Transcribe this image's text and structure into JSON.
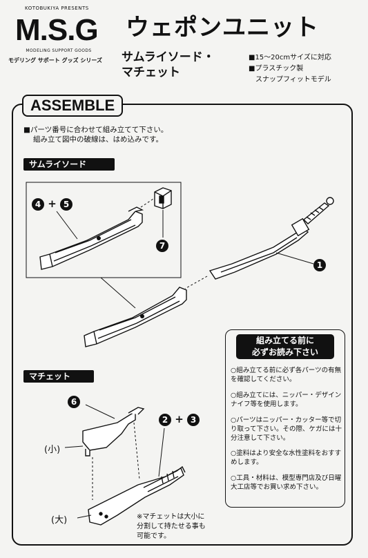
{
  "header": {
    "presents": "KOTOBUKIYA PRESENTS",
    "logo": "M.S.G",
    "logo_sub": "MODELING SUPPORT GOODS",
    "series": "モデリング サポート グッズ シリーズ",
    "title": "ウェポンユニット",
    "subtitle_line1": "サムライソード・",
    "subtitle_line2": "マチェット",
    "specs": [
      "■15～20cmサイズに対応",
      "■プラスチック製",
      "スナップフィットモデル"
    ]
  },
  "assemble": {
    "heading": "ASSEMBLE",
    "instructions": [
      "■パーツ番号に合わせて組み立てて下さい。",
      "組み立て図中の破線は、はめ込みです。"
    ]
  },
  "samurai": {
    "tab": "サムライソード",
    "callout_a": "4",
    "plus": "+",
    "callout_b": "5",
    "callout_7": "7",
    "callout_1": "1"
  },
  "machete": {
    "tab": "マチェット",
    "callout_6": "6",
    "callout_2": "2",
    "plus": "+",
    "callout_3": "3",
    "small_label": "(小)",
    "large_label": "(大)",
    "note": "※マチェットは大小に分割して持たせる事も可能です。"
  },
  "notice": {
    "heading_line1": "組み立てる前に",
    "heading_line2": "必ずお読み下さい",
    "items": [
      "○組み立てる前に必ず各パーツの有無を確認してください。",
      "○組み立てには、ニッパー・デザインナイフ等を使用します。",
      "○パーツはニッパー・カッター等で切り取って下さい。その際、ケガには十分注意して下さい。",
      "○塗料はより安全な水性塗料をおすすめします。",
      "○工具・材料は、模型専門店及び日曜大工店等でお買い求め下さい。"
    ]
  },
  "colors": {
    "ink": "#111111",
    "paper": "#f4f4f2"
  }
}
